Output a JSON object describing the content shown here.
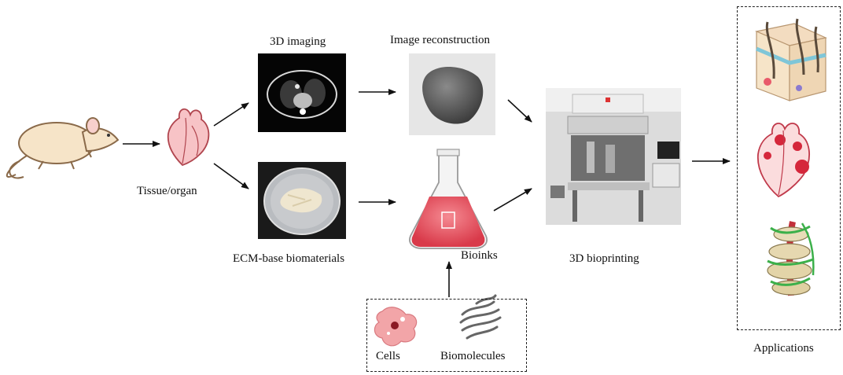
{
  "labels": {
    "imaging": "3D imaging",
    "reconstruction": "Image reconstruction",
    "tissue": "Tissue/organ",
    "ecm": "ECM-base biomaterials",
    "bioinks": "Bioinks",
    "bioprinting": "3D bioprinting",
    "cells": "Cells",
    "biomolecules": "Biomolecules",
    "applications": "Applications"
  },
  "colors": {
    "mouse_body": "#f6e4c8",
    "mouse_outline": "#8a6a4a",
    "heart_fill": "#f7c3c6",
    "heart_outline": "#b0454e",
    "ink_red": "#e34c5a",
    "arrow": "#111111"
  },
  "icons": {
    "source": "mouse-icon",
    "organ": "heart-icon",
    "scan": "ct-scan-image",
    "model": "reconstructed-model-image",
    "material": "petri-dish-image",
    "flask": "flask-icon",
    "printer": "bioprinter-image",
    "cell": "cell-icon",
    "molecule": "biomolecule-icon",
    "app_skin": "skin-tissue-icon",
    "app_heart": "heart-model-icon",
    "app_spine": "spine-model-icon"
  }
}
